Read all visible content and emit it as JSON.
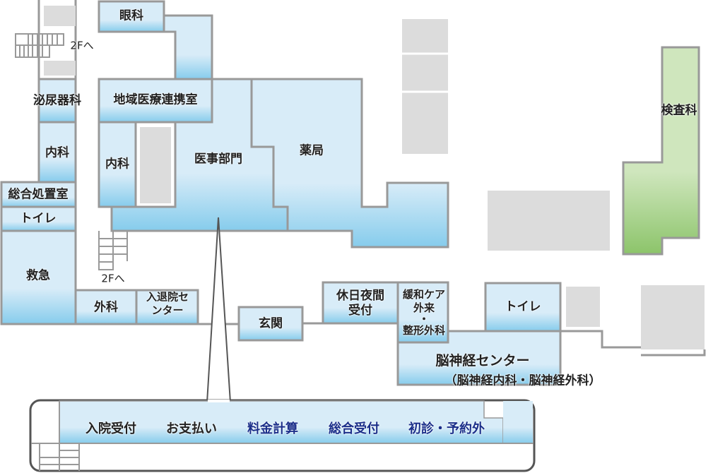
{
  "colors": {
    "room_top": "#d8ecf8",
    "room_bottom": "#86ccec",
    "wall": "#999999",
    "green_top": "#cfe6bd",
    "green_bottom": "#8cc46a",
    "gray": "#dcdcdc",
    "blue_text": "#1b2f8a"
  },
  "rooms": {
    "ophthalmology": "眼科",
    "urology": "泌尿器科",
    "internal_left": "内科",
    "treatment": "総合処置室",
    "toilet_left": "トイレ",
    "emergency": "救急",
    "surgery": "外科",
    "admission_center": "入退院センター",
    "community_liaison": "地域医療連携室",
    "internal_center": "内科",
    "medical_affairs": "医事部門",
    "pharmacy": "薬局",
    "laboratory": "検査科",
    "entrance": "玄関",
    "night_reception": "休日夜間受付",
    "palliative_line1": "緩和ケア",
    "palliative_line2": "外来",
    "palliative_dot": "・",
    "orthopedics": "整形外科",
    "toilet_right": "トイレ",
    "neuro_center": "脳神経センター",
    "neuro_center_sub": "（脳神経内科・脳神経外科）"
  },
  "stairs": {
    "upper": "2Fへ",
    "lower": "2Fへ"
  },
  "callout": {
    "items": [
      "入院受付",
      "お支払い",
      "料金計算",
      "総合受付",
      "初診・予約外"
    ]
  }
}
